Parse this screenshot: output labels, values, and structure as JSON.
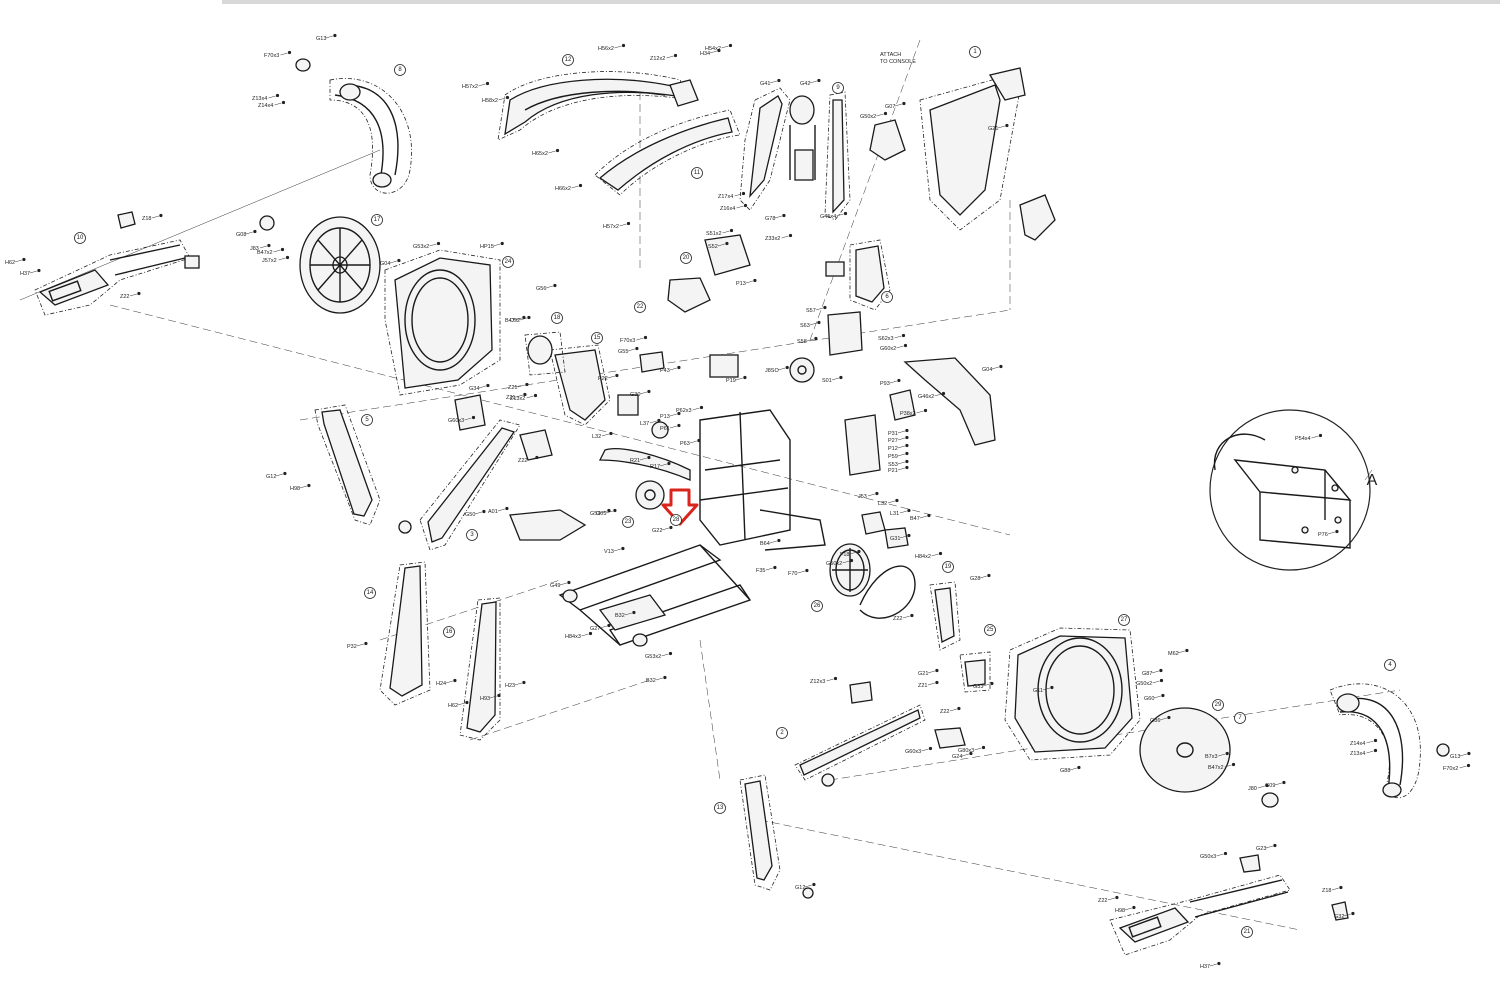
{
  "diagram": {
    "detail_label": "A",
    "attach_note": [
      "ATTACH",
      "TO CONSOLE"
    ],
    "part_numbers": [
      "1",
      "2",
      "3",
      "4",
      "5",
      "6",
      "7",
      "8",
      "9",
      "10",
      "11",
      "12",
      "13",
      "14",
      "15",
      "16",
      "17",
      "18",
      "19",
      "20",
      "21",
      "22",
      "23",
      "24",
      "25",
      "26",
      "27",
      "28",
      "29"
    ],
    "callouts": [
      "F70x3",
      "G13",
      "Z13x4",
      "Z14x4",
      "H57x2",
      "H58x2",
      "H56x2",
      "H34",
      "H54x2",
      "Z12x2",
      "H65x2",
      "H66x2",
      "H57x2",
      "G41",
      "G42",
      "G07",
      "G50x2",
      "Z17x4",
      "Z16x4",
      "G78",
      "G45x4",
      "Z33x2",
      "S51x2",
      "S52",
      "P13",
      "G21",
      "Z18",
      "H62",
      "H37",
      "Z22",
      "G08",
      "J83",
      "B47x2",
      "J57x2",
      "G04",
      "G53x2",
      "HP15",
      "G56",
      "B47",
      "D92",
      "F70x3",
      "G55",
      "P22",
      "P43",
      "P19",
      "J8SO",
      "S01",
      "S57",
      "S63",
      "S58",
      "S62x3",
      "G60x2",
      "P93",
      "P38x2",
      "G04",
      "P31",
      "P27",
      "P12",
      "P59",
      "S53",
      "P21",
      "G46x2",
      "G34",
      "Z21",
      "Z13x2",
      "G60x3",
      "Z22",
      "G12",
      "H98",
      "G50",
      "Z21",
      "G05",
      "G30",
      "L37",
      "P13",
      "P61",
      "P62x3",
      "P63",
      "L32",
      "R17",
      "R21",
      "G22",
      "V13",
      "A01",
      "G53",
      "G49",
      "H84x3",
      "B32",
      "G27",
      "G53x2",
      "B32",
      "H84x2",
      "F18",
      "G28",
      "Z22",
      "J53",
      "L32",
      "L31",
      "B47",
      "G31",
      "G50x2",
      "B64",
      "F35",
      "F70",
      "P32",
      "H24",
      "H23",
      "H93",
      "H62",
      "G11",
      "G21",
      "Z21",
      "Z12x3",
      "G60x3",
      "Z22",
      "G24",
      "G80x3",
      "G33",
      "M62",
      "G87",
      "G50x2",
      "G60",
      "G86",
      "G88",
      "B7x3",
      "B47x2",
      "J80",
      "G09",
      "G13",
      "F70x2",
      "Z14x4",
      "Z13x4",
      "G50x3",
      "G23",
      "Z18",
      "G32",
      "H37",
      "H98",
      "G12",
      "Z22",
      "P54x4",
      "P76"
    ]
  },
  "colors": {
    "line": "#1a1a1a",
    "highlight": "#d9251d",
    "background": "#ffffff"
  }
}
